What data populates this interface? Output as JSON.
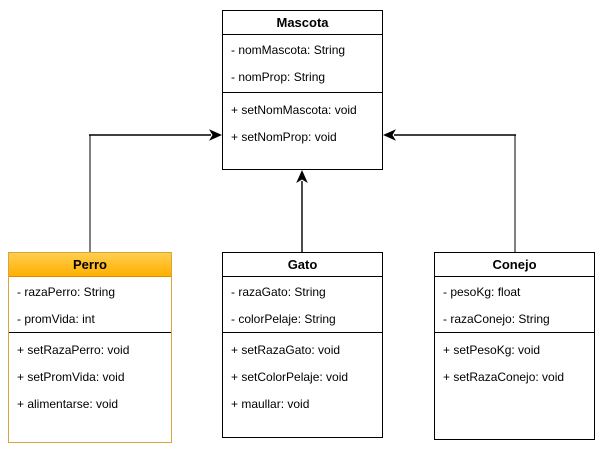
{
  "colors": {
    "background": "#ffffff",
    "text": "#000000",
    "box-border": "#000000",
    "connector-black": "#000000",
    "connector-gray": "#808080",
    "perro-border": "#d6a53d",
    "perro-header-top": "#ffce4f",
    "perro-header-bottom": "#ffb000",
    "perro-header-divider": "#e08c00"
  },
  "classes": [
    {
      "name": "Mascota",
      "attributes": [
        "- nomMascota: String",
        "- nomProp: String"
      ],
      "methods": [
        "+ setNomMascota: void",
        "+ setNomProp: void"
      ]
    },
    {
      "name": "Perro",
      "attributes": [
        "- razaPerro: String",
        "- promVida: int"
      ],
      "methods": [
        "+ setRazaPerro: void",
        "+ setPromVida: void",
        "+ alimentarse: void"
      ]
    },
    {
      "name": "Gato",
      "attributes": [
        "- razaGato: String",
        "- colorPelaje: String"
      ],
      "methods": [
        "+ setRazaGato: void",
        "+ setColorPelaje: void",
        "+ maullar: void"
      ]
    },
    {
      "name": "Conejo",
      "attributes": [
        "- pesoKg: float",
        "- razaConejo: String"
      ],
      "methods": [
        "+ setPesoKg: void",
        "+ setRazaConejo: void"
      ]
    }
  ],
  "relations": [
    {
      "from": "Perro",
      "to": "Mascota",
      "type": "inheritance"
    },
    {
      "from": "Gato",
      "to": "Mascota",
      "type": "inheritance"
    },
    {
      "from": "Conejo",
      "to": "Mascota",
      "type": "inheritance"
    }
  ]
}
